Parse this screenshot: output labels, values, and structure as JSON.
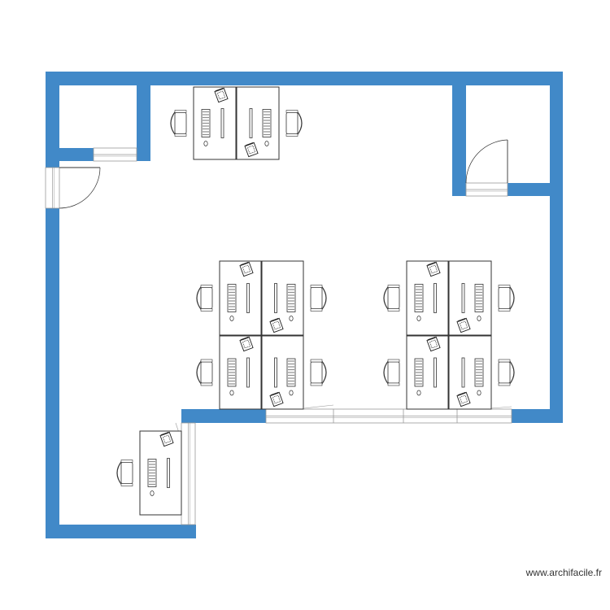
{
  "app": {
    "watermark": "www.archifacile.fr"
  },
  "colors": {
    "wall": "#4189c8",
    "line": "#333333",
    "thin": "#999999",
    "background": "#ffffff"
  },
  "plan": {
    "walls": "thick-blue",
    "doors": [
      "entry-door-left",
      "door-top-right-room"
    ],
    "windows": [
      "window-left-wall",
      "window-closet",
      "window-top-right",
      "window-partition",
      "window-lower-room"
    ],
    "desk_groups": [
      {
        "name": "top-pair",
        "desks": 2
      },
      {
        "name": "center-left-cluster",
        "desks": 4
      },
      {
        "name": "center-right-cluster",
        "desks": 4
      },
      {
        "name": "lower-single",
        "desks": 1
      }
    ]
  }
}
